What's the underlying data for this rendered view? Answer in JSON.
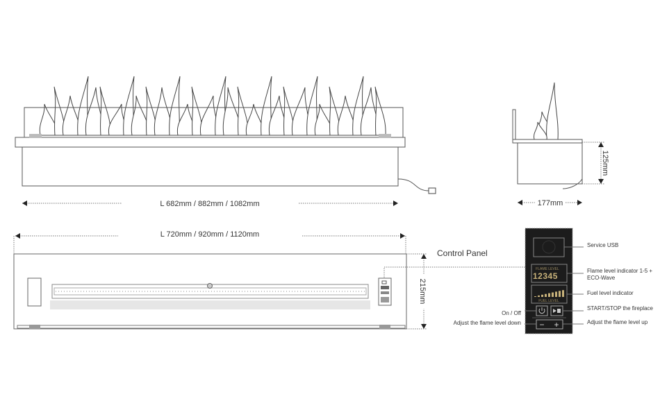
{
  "front_view": {
    "length_label": "L 682mm / 882mm / 1082mm"
  },
  "side_view": {
    "height_label": "125mm",
    "depth_label": "177mm"
  },
  "top_view": {
    "length_label": "L 720mm / 920mm / 1120mm",
    "height_label": "215mm",
    "control_panel_title": "Control Panel"
  },
  "control_panel": {
    "display_flame_title": "FLAME LEVEL",
    "display_flame_digits": "12345",
    "display_fuel_title": "FUEL LEVEL",
    "minus": "−",
    "plus": "+",
    "labels": {
      "service_usb": "Service USB",
      "flame_indicator_line1": "Flame level indicator 1-5 +",
      "flame_indicator_line2": "ECO-Wave",
      "fuel_indicator": "Fuel level indicator",
      "start_stop": "START/STOP the fireplace",
      "adjust_up": "Adjust the flame level up",
      "on_off": "On / Off",
      "adjust_down": "Adjust the flame level down"
    }
  },
  "colors": {
    "panel_bg": "#1c1c1c",
    "display_text": "#c8b27a",
    "line": "#555555"
  }
}
